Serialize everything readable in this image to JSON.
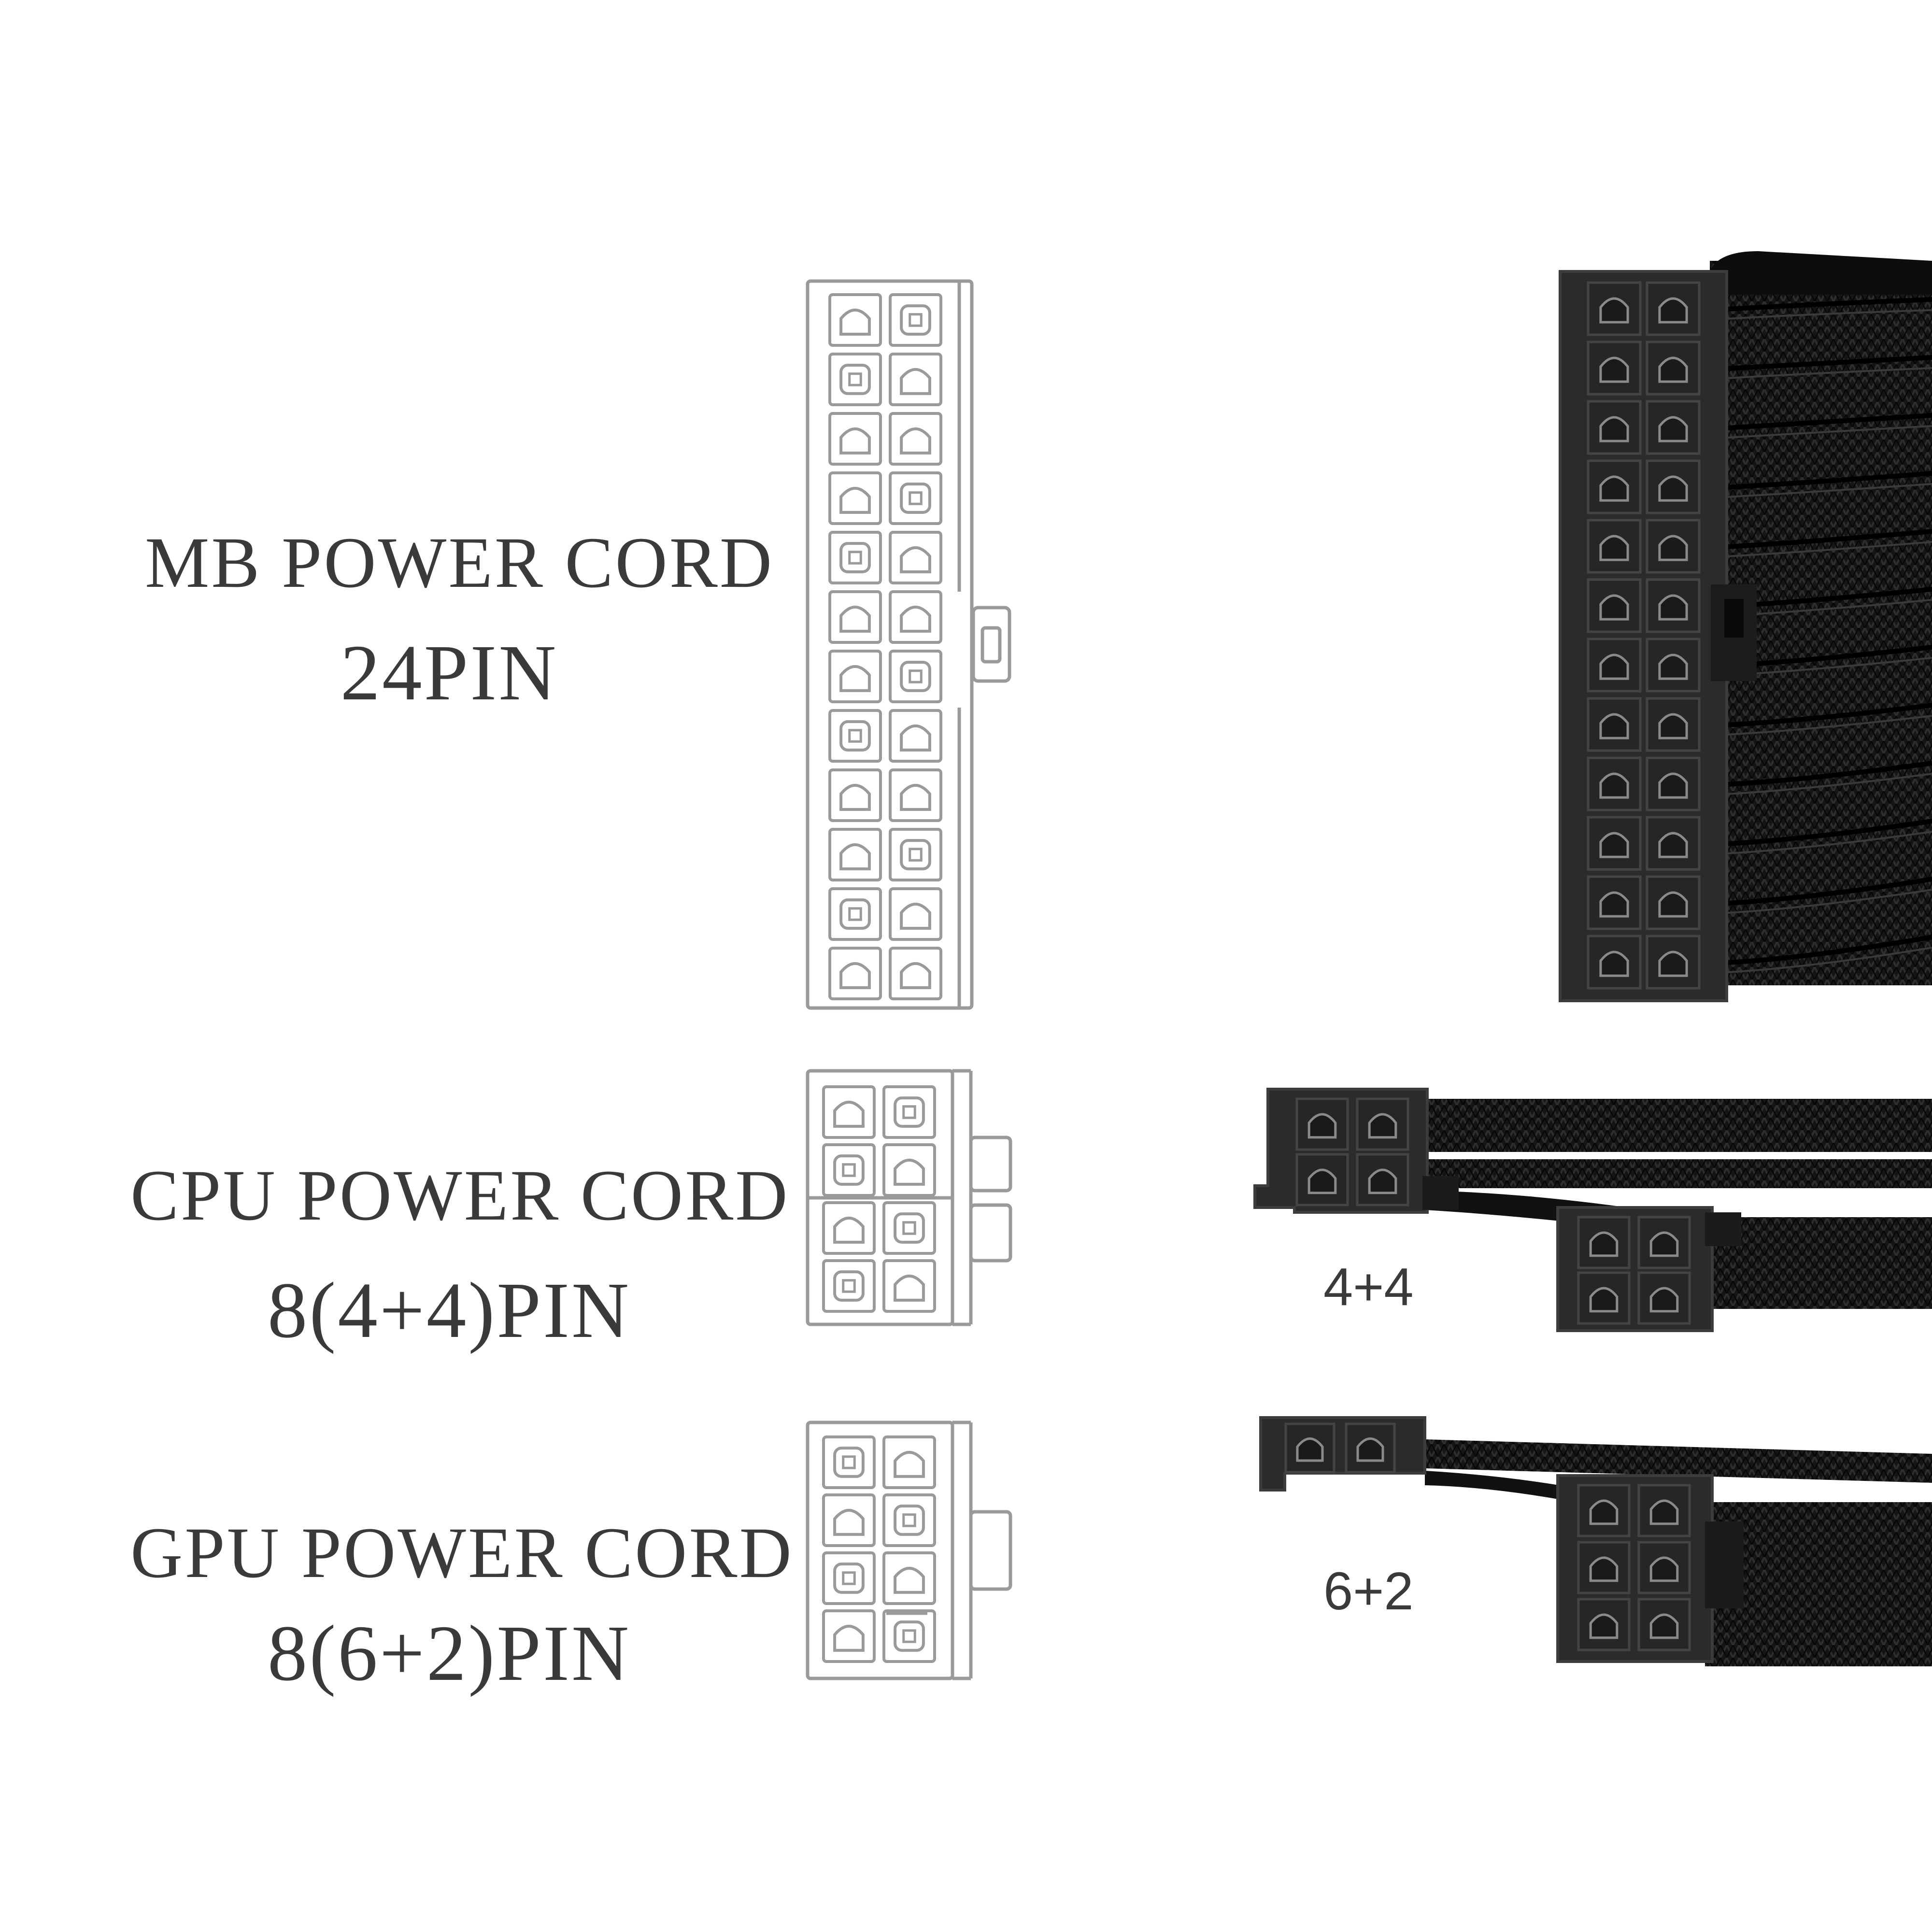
{
  "sections": [
    {
      "id": "mb",
      "name": "MB POWER CORD",
      "pins": "24PIN",
      "outline_pin_count": 24,
      "photo_caption": ""
    },
    {
      "id": "cpu",
      "name": "CPU POWER CORD",
      "pins": "8(4+4)PIN",
      "outline_pin_count": 8,
      "photo_caption": "4+4"
    },
    {
      "id": "gpu",
      "name": "GPU POWER CORD",
      "pins": "8(6+2)PIN",
      "outline_pin_count": 8,
      "photo_caption": "6+2"
    }
  ],
  "colors": {
    "text": "#3a3a3a",
    "outline": "#9a9a9a",
    "connector": "#2b2b2b",
    "sleeve": "#111111",
    "pin_face": "#3a3a3a"
  }
}
